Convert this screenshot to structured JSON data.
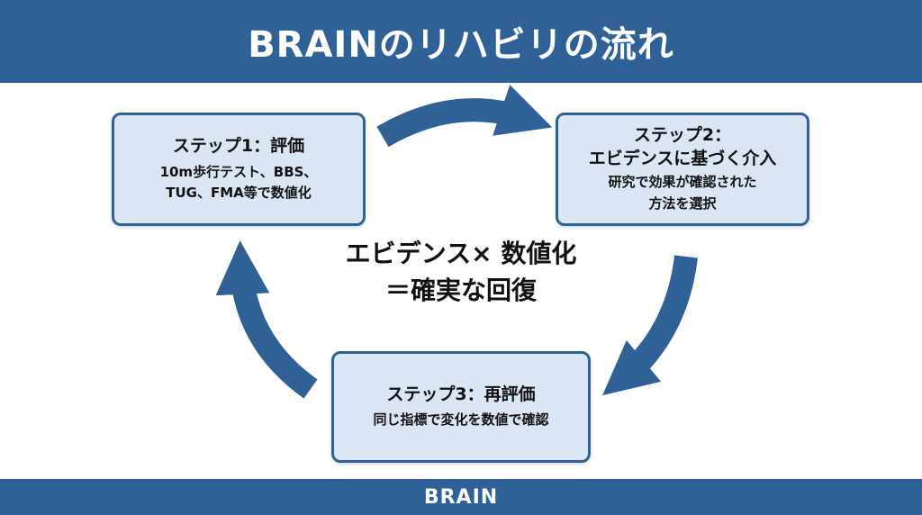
{
  "header": {
    "title": "BRAINのリハビリの流れ"
  },
  "steps": [
    {
      "title": "ステップ1：評価",
      "desc": [
        "10m歩行テスト、BBS、",
        "TUG、FMA等で数値化"
      ]
    },
    {
      "title": [
        "ステップ2：",
        "エビデンスに基づく介入"
      ],
      "desc": [
        "研究で効果が確認された",
        "方法を選択"
      ]
    },
    {
      "title": "ステップ3：再評価",
      "desc": [
        "同じ指標で変化を数値で確認"
      ]
    }
  ],
  "center": {
    "lines": [
      "エビデンス× 数値化",
      "＝確実な回復"
    ]
  },
  "footer": {
    "text": "BRAIN"
  },
  "colors": {
    "primary": "#2f6196",
    "box_fill": "#dbe6f4",
    "text": "#111111",
    "background": "#ffffff"
  }
}
